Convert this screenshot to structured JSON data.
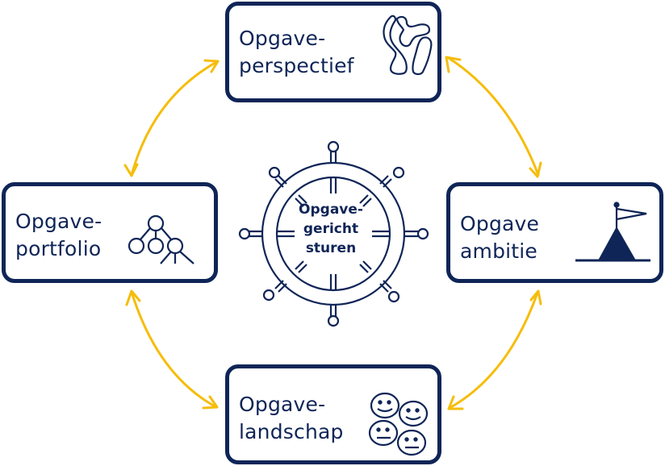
{
  "colors": {
    "navy": "#0f2557",
    "arrow": "#f5bd0c",
    "background": "#ffffff"
  },
  "center": {
    "lines": [
      "Opgave-",
      "gericht",
      "sturen"
    ],
    "icon": "ship-wheel-icon"
  },
  "cards": {
    "top": {
      "lines": [
        "Opgave-",
        "perspectief"
      ],
      "icon": "map-regions-icon"
    },
    "left": {
      "lines": [
        "Opgave-",
        "portfolio"
      ],
      "icon": "tree-hierarchy-icon"
    },
    "right": {
      "lines": [
        "Opgave",
        "ambitie"
      ],
      "icon": "mountain-flag-icon"
    },
    "bottom": {
      "lines": [
        "Opgave-",
        "landschap"
      ],
      "icon": "smiley-faces-icon"
    }
  },
  "connections": [
    {
      "from": "left",
      "to": "top",
      "type": "bidirectional"
    },
    {
      "from": "top",
      "to": "right",
      "type": "bidirectional"
    },
    {
      "from": "left",
      "to": "bottom",
      "type": "bidirectional"
    },
    {
      "from": "right",
      "to": "bottom",
      "type": "bidirectional"
    }
  ]
}
